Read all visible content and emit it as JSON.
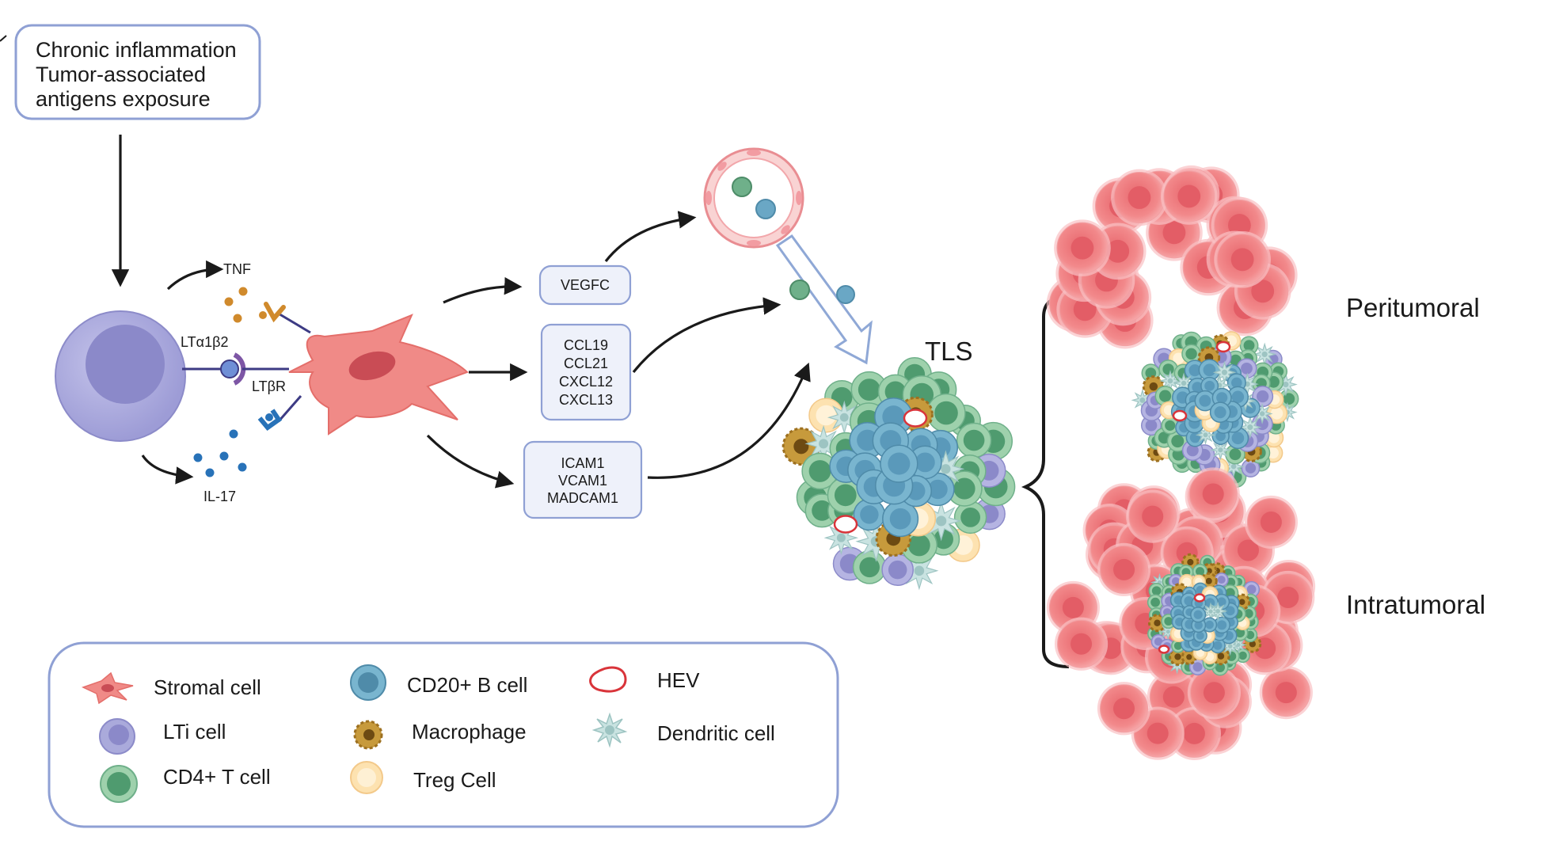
{
  "trigger": {
    "lines": [
      "Chronic inflammation",
      "Tumor-associated",
      "antigens exposure"
    ]
  },
  "signals": {
    "tnf": "TNF",
    "il17": "IL-17",
    "lta": "LTα1β2",
    "ltbr": "LTβR"
  },
  "factors": {
    "vegfc": [
      "VEGFC"
    ],
    "chemokines": [
      "CCL19",
      "CCL21",
      "CXCL12",
      "CXCL13"
    ],
    "adhesion": [
      "ICAM1",
      "VCAM1",
      "MADCAM1"
    ]
  },
  "tls_label": "TLS",
  "locations": {
    "peritumoral": "Peritumoral",
    "intratumoral": "Intratumoral"
  },
  "legend": {
    "items": [
      {
        "label": "Stromal cell",
        "icon": "stromal-cell-icon",
        "color": "#f08a87"
      },
      {
        "label": "LTi cell",
        "icon": "lti-cell-icon",
        "color": "#aaaadb"
      },
      {
        "label": "CD4+ T cell",
        "icon": "cd4-t-cell-icon",
        "color": "#6fb08a"
      },
      {
        "label": "CD20+ B cell",
        "icon": "cd20-b-cell-icon",
        "color": "#6aa7c5"
      },
      {
        "label": "Macrophage",
        "icon": "macrophage-icon",
        "color": "#b7862a"
      },
      {
        "label": "Treg Cell",
        "icon": "treg-cell-icon",
        "color": "#fde2b0"
      },
      {
        "label": "HEV",
        "icon": "hev-icon",
        "color": "#d9343a"
      },
      {
        "label": "Dendritic cell",
        "icon": "dendritic-cell-icon",
        "color": "#b9dad8"
      }
    ]
  },
  "colors": {
    "box_border": "#8fa0d4",
    "stromal": "#f08a87",
    "lti": "#aaaadb",
    "tcell": "#6fb08a",
    "bcell": "#6aa7c5",
    "macrophage": "#b7862a",
    "treg": "#fde2b0",
    "hev": "#d9343a",
    "dendritic": "#b9dad8",
    "tumor": "#ef7f82"
  }
}
